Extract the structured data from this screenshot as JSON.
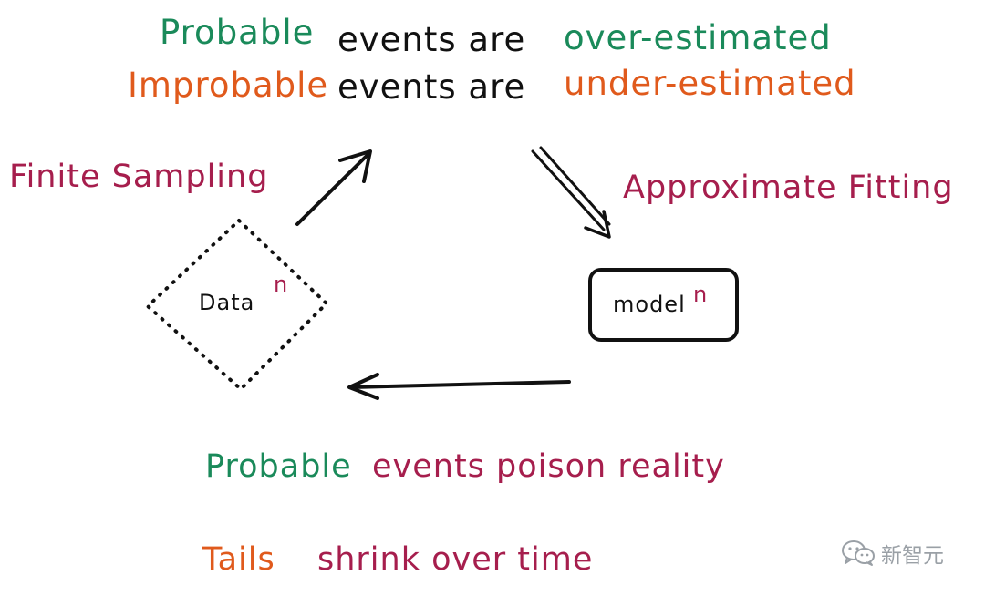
{
  "colors": {
    "green": "#1a8a5a",
    "orange": "#e05a1c",
    "crimson": "#a61e4d",
    "black": "#111111",
    "watermark": "#9aa0a6"
  },
  "header": {
    "line1": {
      "w1": "Probable",
      "w2": "events are",
      "w3": "over-estimated"
    },
    "line2": {
      "w1": "Improbable",
      "w2": "events are",
      "w3": "under-estimated"
    }
  },
  "labels": {
    "finite_sampling": "Finite Sampling",
    "approximate_fitting": "Approximate Fitting"
  },
  "nodes": {
    "data": {
      "label": "Data",
      "superscript": "n"
    },
    "model": {
      "label": "model",
      "superscript": "n"
    }
  },
  "footer": {
    "line1": {
      "w1": "Probable",
      "w2": "events poison reality"
    },
    "line2": {
      "w1": "Tails",
      "w2": "shrink over time"
    }
  },
  "watermark": {
    "icon": "wechat-icon",
    "text": "新智元"
  }
}
